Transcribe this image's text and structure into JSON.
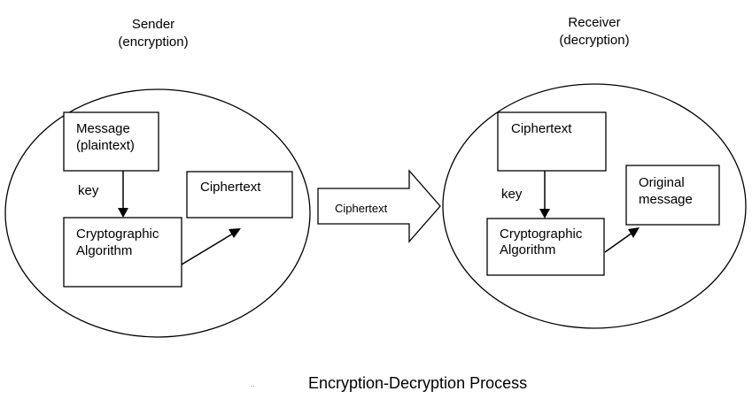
{
  "sender": {
    "title_line1": "Sender",
    "title_line2": "(encryption)",
    "message_box": {
      "line1": "Message",
      "line2": "(plaintext)"
    },
    "key_label": "key",
    "algorithm_box": {
      "line1": "Cryptographic",
      "line2": "Algorithm"
    },
    "ciphertext_box": "Ciphertext"
  },
  "transfer_arrow": {
    "label": "Ciphertext"
  },
  "receiver": {
    "title_line1": "Receiver",
    "title_line2": "(decryption)",
    "ciphertext_box": "Ciphertext",
    "key_label": "key",
    "algorithm_box": {
      "line1": "Cryptographic",
      "line2": "Algorithm"
    },
    "original_box": {
      "line1": "Original",
      "line2": "message"
    }
  },
  "caption": "Encryption-Decryption Process",
  "caption_dots": ".."
}
